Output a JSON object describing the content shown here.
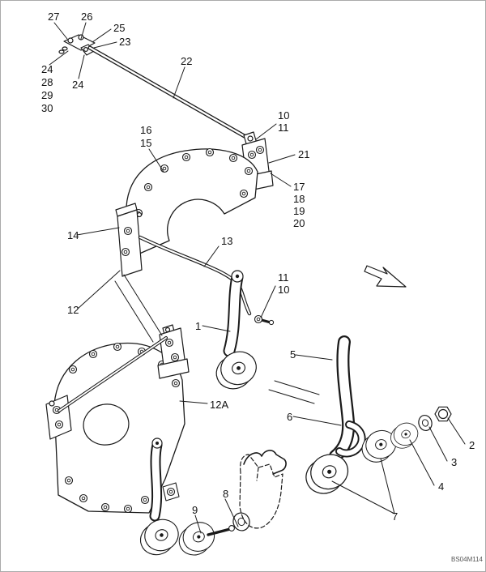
{
  "figure": {
    "ref_code": "BS04M114",
    "callouts": [
      {
        "label": "27"
      },
      {
        "label": "26"
      },
      {
        "label": "25"
      },
      {
        "label": "23"
      },
      {
        "label": "24"
      },
      {
        "label": "28"
      },
      {
        "label": "29"
      },
      {
        "label": "30"
      },
      {
        "label": "24"
      },
      {
        "label": "22"
      },
      {
        "label": "10"
      },
      {
        "label": "11"
      },
      {
        "label": "16"
      },
      {
        "label": "15"
      },
      {
        "label": "21"
      },
      {
        "label": "17"
      },
      {
        "label": "18"
      },
      {
        "label": "19"
      },
      {
        "label": "20"
      },
      {
        "label": "14"
      },
      {
        "label": "13"
      },
      {
        "label": "12"
      },
      {
        "label": "11"
      },
      {
        "label": "10"
      },
      {
        "label": "1"
      },
      {
        "label": "5"
      },
      {
        "label": "12A"
      },
      {
        "label": "6"
      },
      {
        "label": "2"
      },
      {
        "label": "3"
      },
      {
        "label": "4"
      },
      {
        "label": "7"
      },
      {
        "label": "8"
      },
      {
        "label": "9"
      }
    ]
  }
}
